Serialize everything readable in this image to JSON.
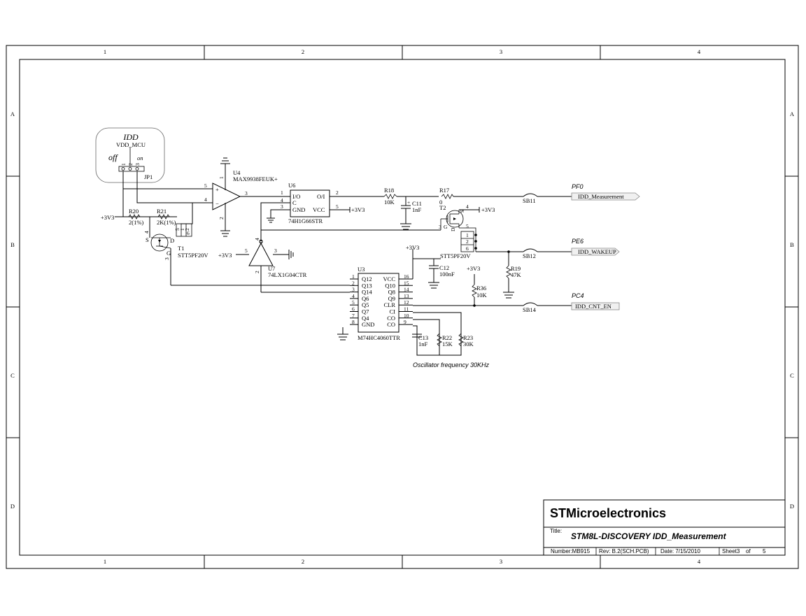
{
  "frame": {
    "columns": [
      "1",
      "2",
      "3",
      "4"
    ],
    "rows": [
      "A",
      "B",
      "C",
      "D"
    ]
  },
  "switch": {
    "title": "IDD",
    "net": "VDD_MCU",
    "off": "off",
    "on": "on",
    "ref": "JP1",
    "pins": [
      "1",
      "2",
      "3"
    ]
  },
  "components": {
    "u4_ref": "U4",
    "u4_part": "MAX9938FEUK+",
    "u6_ref": "U6",
    "u6_part": "74H1G66STR",
    "u6_io": "I/O",
    "u6_oi": "O/I",
    "u6_c": "C",
    "u6_gnd": "GND",
    "u6_vcc": "VCC",
    "u7_ref": "U7",
    "u7_part": "74LX1G04CTR",
    "u3_ref": "U3",
    "u3_part": "M74HC4060TTR",
    "u3_left_pins": [
      "Q12",
      "Q13",
      "Q14",
      "Q6",
      "Q5",
      "Q7",
      "Q4",
      "GND"
    ],
    "u3_left_nums": [
      "1",
      "2",
      "3",
      "4",
      "5",
      "6",
      "7",
      "8"
    ],
    "u3_right_pins": [
      "VCC",
      "Q10",
      "Q8",
      "Q9",
      "CLR",
      "CI",
      "CO",
      "CO"
    ],
    "u3_right_nums": [
      "16",
      "15",
      "14",
      "13",
      "12",
      "11",
      "10",
      "9"
    ],
    "t1_ref": "T1",
    "t1_part": "STT5PF20V",
    "t2_ref": "T2",
    "t2_part": "STT5PF20V",
    "r18_ref": "R18",
    "r18_val": "10K",
    "r17_ref": "R17",
    "r17_val": "0",
    "c11_ref": "C11",
    "c11_val": "1nF",
    "r20_ref": "R20",
    "r20_val": "2(1%)",
    "r21_ref": "R21",
    "r21_val": "2K(1%)",
    "c12_ref": "C12",
    "c12_val": "100nF",
    "r36_ref": "R36",
    "r36_val": "10K",
    "r19_ref": "R19",
    "r19_val": "47K",
    "c13_ref": "C13",
    "c13_val": "1nF",
    "r22_ref": "R22",
    "r22_val": "15K",
    "r23_ref": "R23",
    "r23_val": "30K",
    "sb11": "SB11",
    "sb12": "SB12",
    "sb14": "SB14"
  },
  "power": {
    "v33": "+3V3"
  },
  "ports": {
    "pf0_pin": "PF0",
    "pf0_net": "IDD_Measurement",
    "pe6_pin": "PE6",
    "pe6_net": "IDD_WAKEUP",
    "pc4_pin": "PC4",
    "pc4_net": "IDD_CNT_EN"
  },
  "pin_labels": {
    "u4_p5": "5",
    "u4_p4": "4",
    "u4_p3": "3",
    "u4_p1": "1",
    "u4_p2": "2",
    "u6_p1": "1",
    "u6_p4": "4",
    "u6_p3": "3",
    "u6_p2": "2",
    "u6_p5": "5",
    "u7_p5": "5",
    "u7_p3": "3",
    "u7_p4": "4",
    "u7_p2": "2",
    "t1_s": "S",
    "t1_d": "D",
    "t1_g": "G",
    "t1_4": "4",
    "t1_3": "3",
    "t2_s": "S",
    "t2_d": "D",
    "t2_g": "G",
    "t2_4": "4",
    "t2_3": "3",
    "t2_5": "5",
    "t2_1": "1",
    "t2_2": "2",
    "t2_6": "6",
    "t1_5": "5",
    "t1_1": "1",
    "t1_2": "2",
    "t1_6": "6"
  },
  "annotation": "Oscillator frequency 30KHz",
  "titleblock": {
    "company": "STMicroelectronics",
    "title_label": "Title:",
    "title": "STM8L-DISCOVERY  IDD_Measurement",
    "number": "Number:MB915",
    "rev": "Rev:  B.2(SCH.PCB)",
    "date": "Date: 7/15/2010",
    "sheet": "Sheet3",
    "of": "of",
    "total": "5"
  }
}
